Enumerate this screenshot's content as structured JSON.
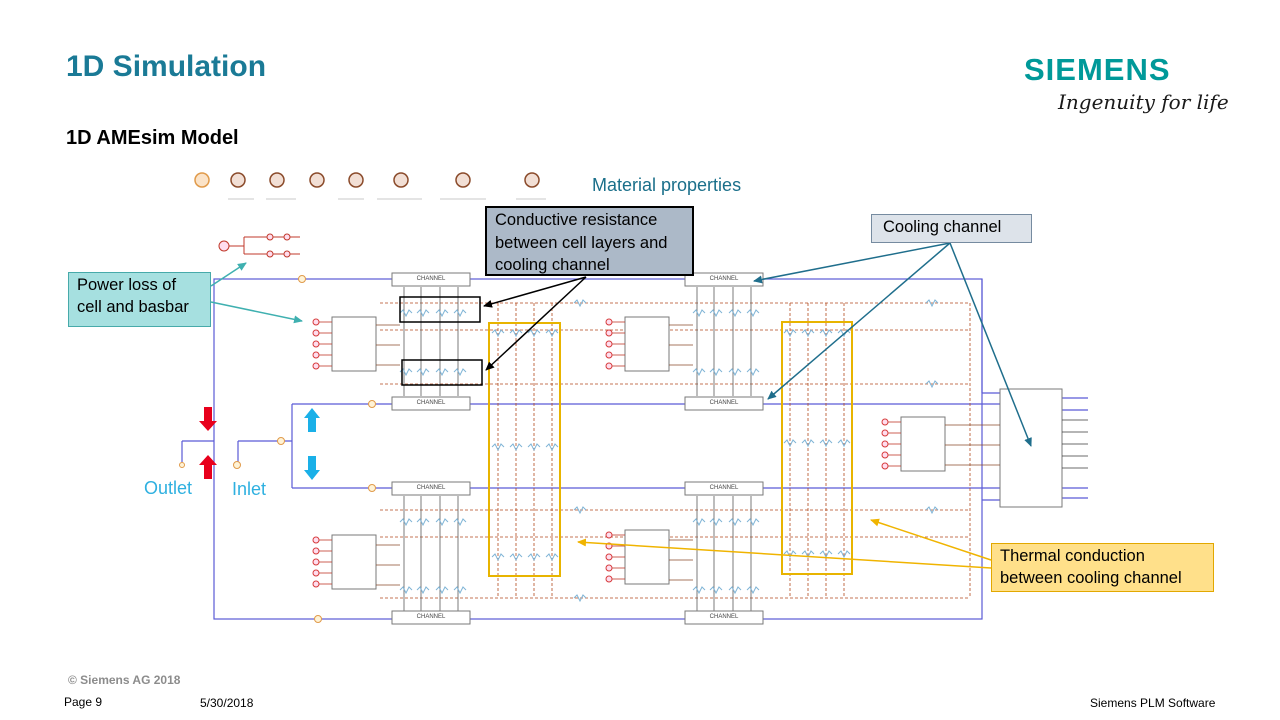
{
  "slide": {
    "title": "1D Simulation",
    "subtitle": "1D AMEsim Model"
  },
  "brand": {
    "name": "SIEMENS",
    "tagline": "Ingenuity for life"
  },
  "diagram": {
    "material_label": "Material properties",
    "outlet_label": "Outlet",
    "inlet_label": "Inlet",
    "callouts": {
      "power_loss": [
        "Power loss of",
        "cell and basbar"
      ],
      "conductive": [
        "Conductive resistance",
        "between cell layers and",
        "cooling channel"
      ],
      "cooling": "Cooling channel",
      "thermal": [
        "Thermal conduction",
        "between cooling channel"
      ]
    },
    "block_label": "CHANNEL",
    "colors": {
      "accent_title": "#1a7a96",
      "brand": "#009999",
      "pipe": "#5b5bd6",
      "thermal_link": "#b24a1c",
      "highlight_box": "#e8b400",
      "arrow_teal": "#3fb0b0",
      "arrow_blue": "#1f6e8c",
      "arrow_black": "#000000",
      "arrow_yellow": "#f0b400",
      "flow_red": "#e8001c",
      "flow_cyan": "#1ab0e8"
    }
  },
  "footer": {
    "copyright": "© Siemens AG 2018",
    "page": "Page 9",
    "date": "5/30/2018",
    "company": "Siemens PLM Software"
  }
}
